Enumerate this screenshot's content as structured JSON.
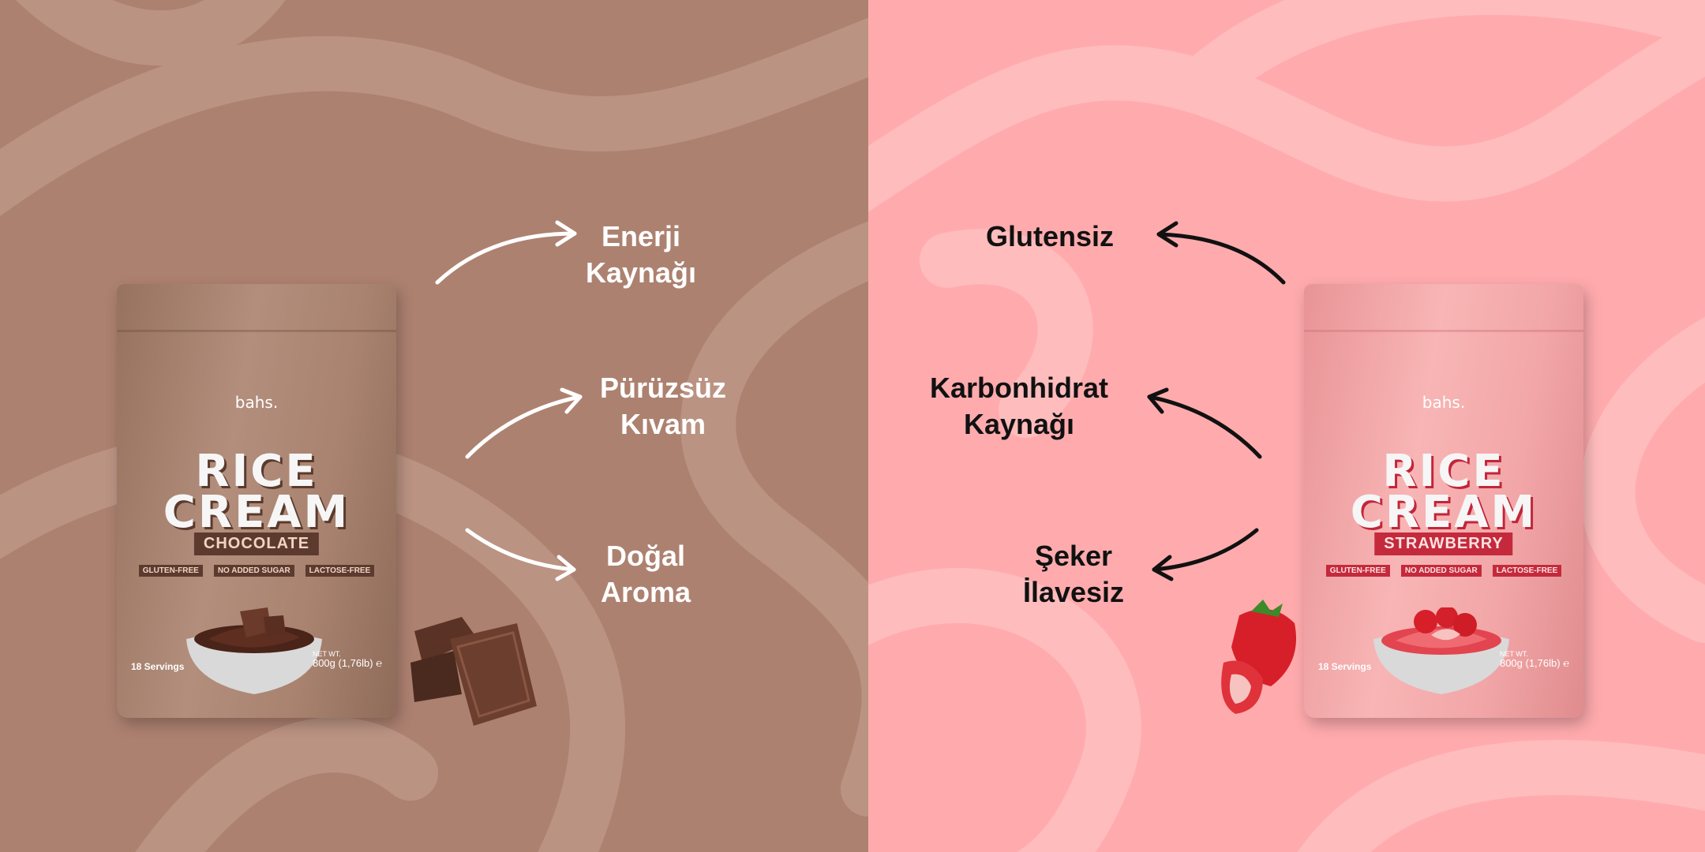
{
  "left_panel": {
    "features": [
      "Enerji",
      "Kaynağı",
      "Pürüzsüz",
      "Kıvam",
      "Doğal",
      "Aroma"
    ],
    "background_color": "#ad8170",
    "product": {
      "brand": "bahs.",
      "title_line1": "RICE",
      "title_line2": "CREAM",
      "flavor": "CHOCOLATE",
      "badges": [
        "GLUTEN-FREE",
        "NO ADDED SUGAR",
        "LACTOSE-FREE"
      ],
      "servings": "18 Servings",
      "net_label": "NET WT.",
      "net_weight": "800g (1,76lb) ℮"
    }
  },
  "right_panel": {
    "features": [
      "Glutensiz",
      "Karbonhidrat",
      "Kaynağı",
      "Şeker",
      "İlavesiz"
    ],
    "background_color": "#ffabad",
    "product": {
      "brand": "bahs.",
      "title_line1": "RICE",
      "title_line2": "CREAM",
      "flavor": "STRAWBERRY",
      "badges": [
        "GLUTEN-FREE",
        "NO ADDED SUGAR",
        "LACTOSE-FREE"
      ],
      "servings": "18 Servings",
      "net_label": "NET WT.",
      "net_weight": "800g (1,76lb) ℮"
    }
  }
}
